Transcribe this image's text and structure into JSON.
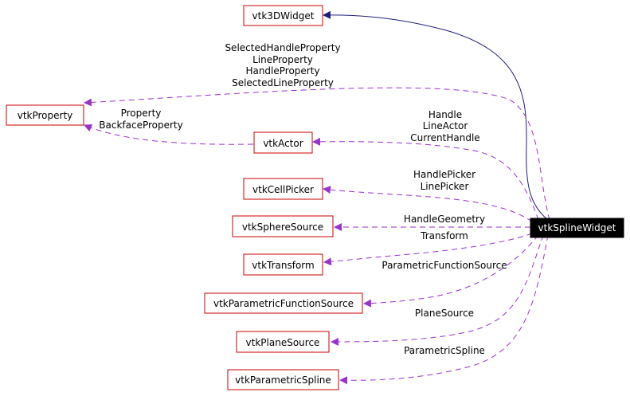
{
  "colors": {
    "node_border": "#cc0000",
    "main_node_fill": "#000000",
    "main_node_text": "#ffffff",
    "inheritance_edge": "#1f1f7a",
    "usage_edge": "#9a32cd"
  },
  "nodes": {
    "widget3d": "vtk3DWidget",
    "property": "vtkProperty",
    "actor": "vtkActor",
    "cellpicker": "vtkCellPicker",
    "spheresource": "vtkSphereSource",
    "transform": "vtkTransform",
    "paramfuncsource": "vtkParametricFunctionSource",
    "planesource": "vtkPlaneSource",
    "paramspline": "vtkParametricSpline",
    "splinewidget": "vtkSplineWidget"
  },
  "edge_labels": {
    "property_from_widget": [
      "SelectedHandleProperty",
      "LineProperty",
      "HandleProperty",
      "SelectedLineProperty"
    ],
    "property_from_actor": [
      "Property",
      "BackfaceProperty"
    ],
    "actor": [
      "Handle",
      "LineActor",
      "CurrentHandle"
    ],
    "cellpicker": [
      "HandlePicker",
      "LinePicker"
    ],
    "spheresource": [
      "HandleGeometry"
    ],
    "transform": [
      "Transform"
    ],
    "paramfuncsource": [
      "ParametricFunctionSource"
    ],
    "planesource": [
      "PlaneSource"
    ],
    "paramspline": [
      "ParametricSpline"
    ]
  }
}
